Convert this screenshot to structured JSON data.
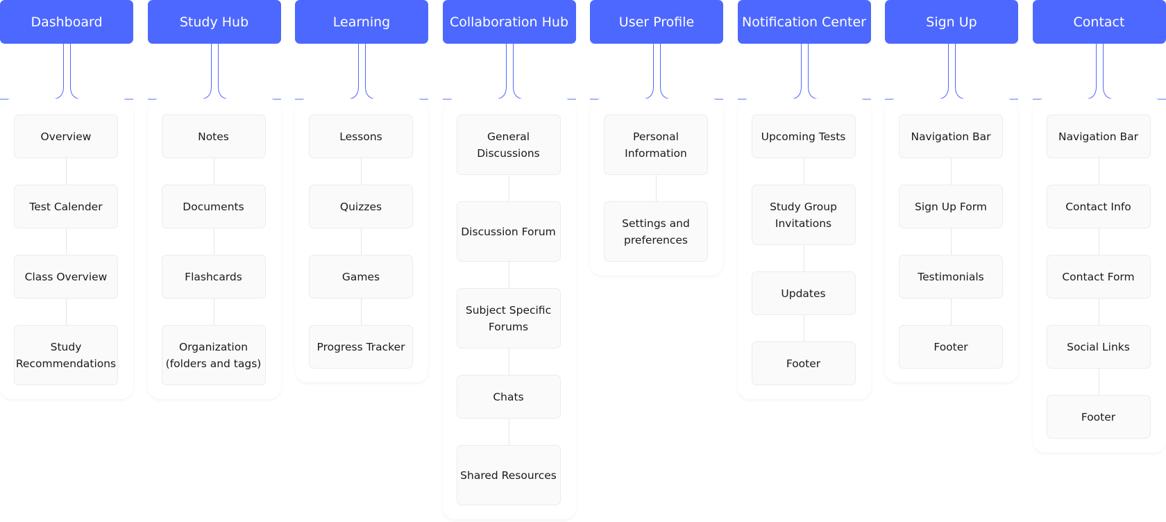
{
  "colors": {
    "accent": "#4d68ff",
    "connector": "#4d68ff",
    "card_bg": "#fafafa",
    "card_border": "#ececec",
    "card_text": "#1a1a1a",
    "tree_line": "#e6e6e6"
  },
  "columns": [
    {
      "title": "Dashboard",
      "items": [
        "Overview",
        "Test Calender",
        "Class Overview",
        "Study Recommendations"
      ]
    },
    {
      "title": "Study Hub",
      "items": [
        "Notes",
        "Documents",
        "Flashcards",
        "Organization (folders and tags)"
      ]
    },
    {
      "title": "Learning",
      "items": [
        "Lessons",
        "Quizzes",
        "Games",
        "Progress Tracker"
      ]
    },
    {
      "title": "Collaboration Hub",
      "items": [
        "General Discussions",
        "Discussion Forum",
        "Subject Specific Forums",
        "Chats",
        "Shared Resources"
      ]
    },
    {
      "title": "User Profile",
      "items": [
        "Personal Information",
        "Settings and preferences"
      ]
    },
    {
      "title": "Notification Center",
      "items": [
        "Upcoming Tests",
        "Study Group Invitations",
        "Updates",
        "Footer"
      ]
    },
    {
      "title": "Sign Up",
      "items": [
        "Navigation Bar",
        "Sign Up Form",
        "Testimonials",
        "Footer"
      ]
    },
    {
      "title": "Contact",
      "items": [
        "Navigation Bar",
        "Contact Info",
        "Contact Form",
        "Social Links",
        "Footer"
      ]
    }
  ]
}
